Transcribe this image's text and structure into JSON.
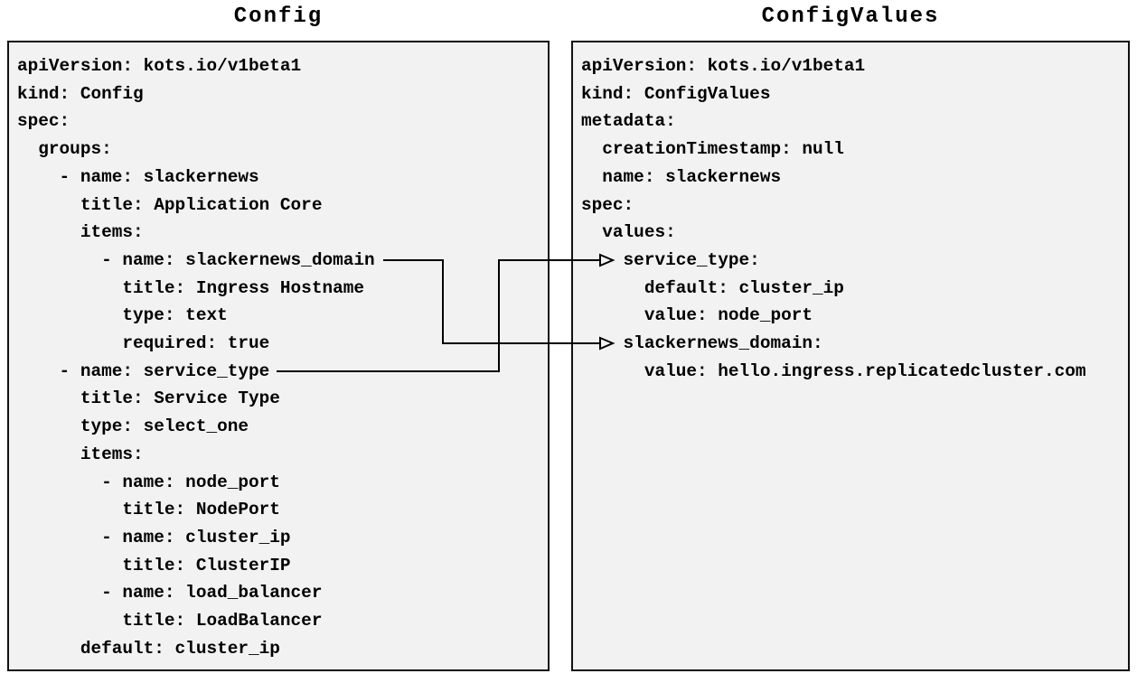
{
  "diagram": {
    "left_panel": {
      "title": "Config",
      "code": "apiVersion: kots.io/v1beta1\nkind: Config\nspec:\n  groups:\n    - name: slackernews\n      title: Application Core\n      items:\n        - name: slackernews_domain\n          title: Ingress Hostname\n          type: text\n          required: true\n    - name: service_type\n      title: Service Type\n      type: select_one\n      items:\n        - name: node_port\n          title: NodePort\n        - name: cluster_ip\n          title: ClusterIP\n        - name: load_balancer\n          title: LoadBalancer\n      default: cluster_ip"
    },
    "right_panel": {
      "title": "ConfigValues",
      "code": "apiVersion: kots.io/v1beta1\nkind: ConfigValues\nmetadata:\n  creationTimestamp: null\n  name: slackernews\nspec:\n  values:\n    service_type:\n      default: cluster_ip\n      value: node_port\n    slackernews_domain:\n      value: hello.ingress.replicatedcluster.com"
    },
    "arrows": [
      {
        "from": "Config item name: slackernews_domain",
        "to": "ConfigValues value slackernews_domain:"
      },
      {
        "from": "Config item name: service_type",
        "to": "ConfigValues value service_type:"
      }
    ],
    "colors": {
      "panel_background": "#f2f2f2",
      "panel_border": "#111111",
      "text": "#000000",
      "arrow": "#000000"
    }
  }
}
